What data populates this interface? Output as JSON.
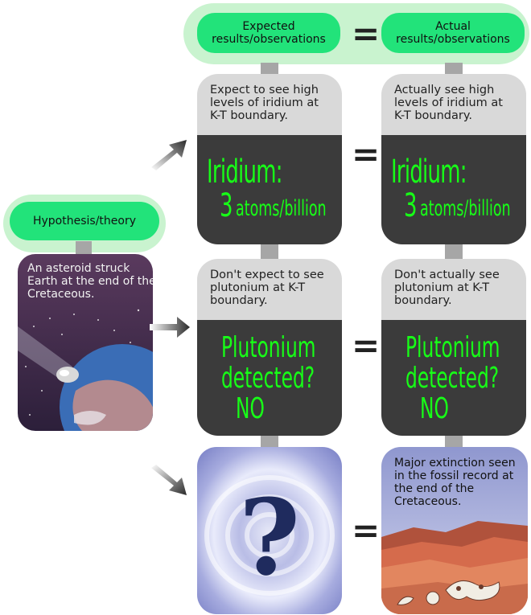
{
  "header": {
    "expected_label": "Expected results/observations",
    "actual_label": "Actual results/observations",
    "equals": "="
  },
  "hypothesis": {
    "label": "Hypothesis/theory",
    "text": "An asteroid struck Earth at the end of the Cretaceous."
  },
  "rows": [
    {
      "expected_text": "Expect to see high levels of iridium at K-T boundary.",
      "expected_title": "Iridium:",
      "expected_value": "3",
      "expected_unit": "atoms/billion",
      "actual_text": "Actually see high levels of iridium at K-T boundary.",
      "actual_title": "Iridium:",
      "actual_value": "3",
      "actual_unit": "atoms/billion",
      "equals": "="
    },
    {
      "expected_text": "Don't expect to see plutonium at K-T boundary.",
      "expected_line1": "Plutonium",
      "expected_line2": "detected?",
      "expected_answer": "NO",
      "actual_text": "Don't actually see plutonium at K-T boundary.",
      "actual_line1": "Plutonium",
      "actual_line2": "detected?",
      "actual_answer": "NO",
      "equals": "="
    },
    {
      "expected_symbol": "?",
      "actual_text": "Major extinction seen in the fossil record at the end of the Cretaceous.",
      "equals": "="
    }
  ],
  "colors": {
    "pill_green": "#22e37a",
    "glow_green": "#c9f3cf",
    "card_light": "#d9d9d9",
    "card_dark": "#3b3b3b",
    "neon_text": "#17ff17"
  }
}
